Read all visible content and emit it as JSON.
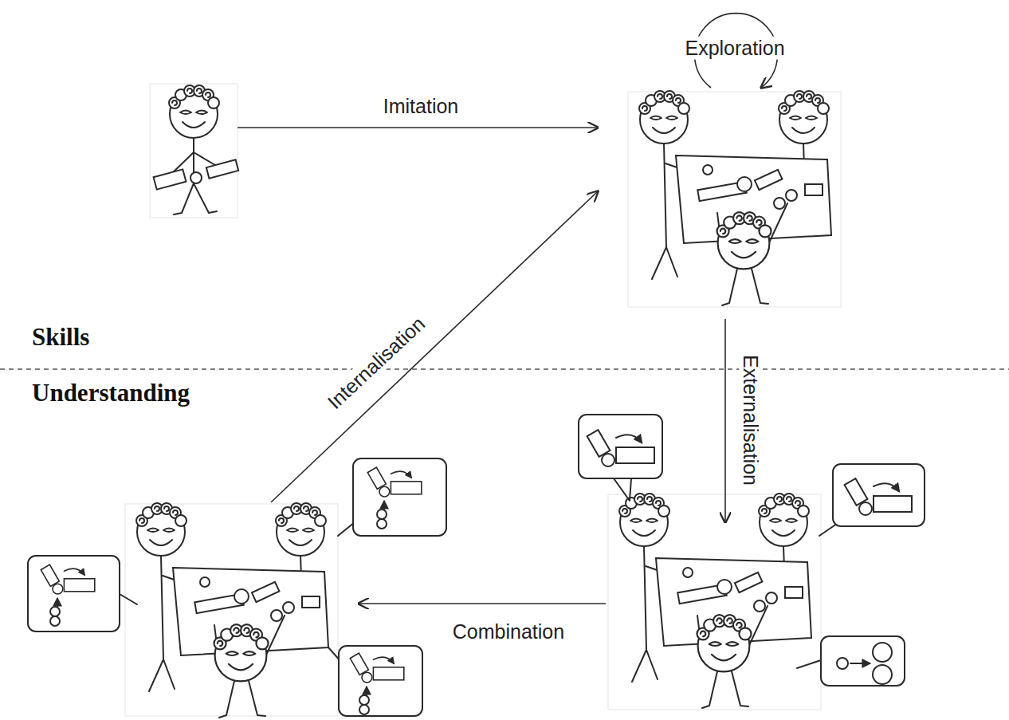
{
  "diagram": {
    "nodes": [
      {
        "text": []
      },
      {
        "text": []
      },
      {
        "text": []
      },
      {
        "text": []
      }
    ],
    "edges": [
      {
        "from": 0,
        "to": 1,
        "arrow": "to",
        "label": "Imitation"
      },
      {
        "from": 1,
        "to": 1,
        "arrow": "to",
        "label": "Exploration"
      },
      {
        "from": 1,
        "to": 2,
        "arrow": "to",
        "label": "Externalisation"
      },
      {
        "from": 2,
        "to": 3,
        "arrow": "to",
        "label": "Combination"
      },
      {
        "from": 3,
        "to": 1,
        "arrow": "to",
        "label": "Internalisation"
      }
    ],
    "labels": [
      "Skills",
      "Understanding"
    ]
  }
}
